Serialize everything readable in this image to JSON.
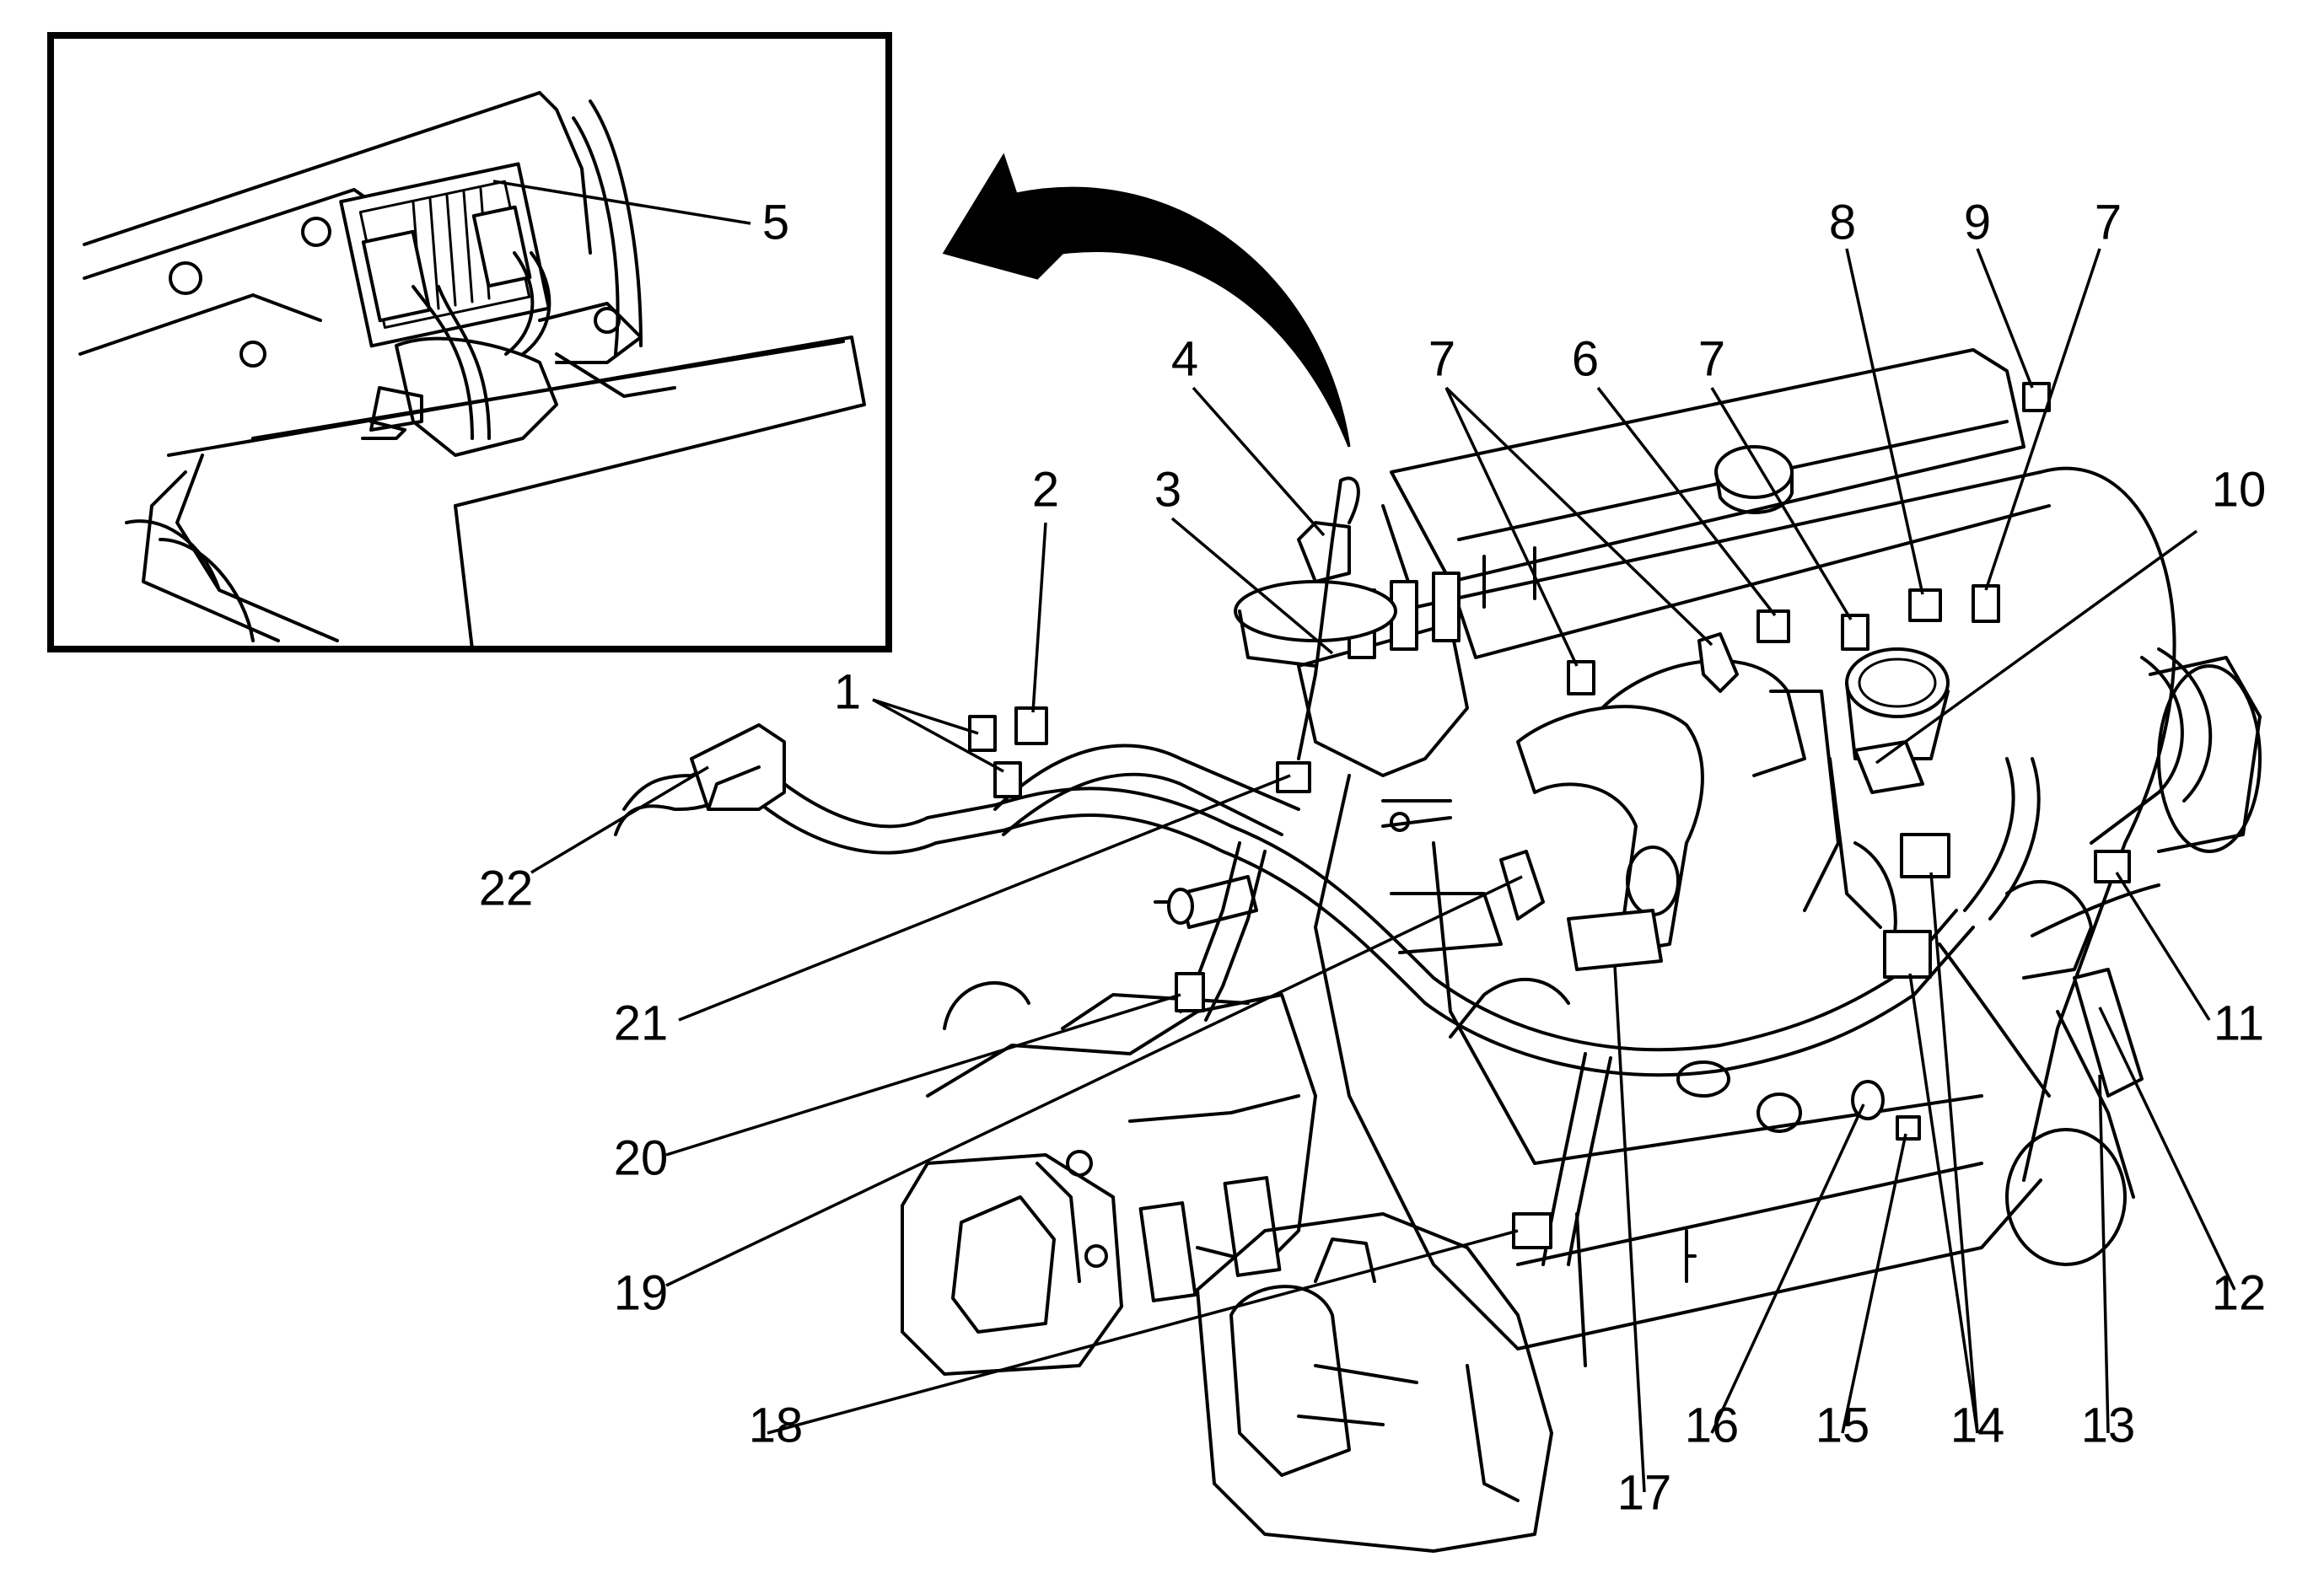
{
  "callouts": [
    {
      "id": "1",
      "label": "1"
    },
    {
      "id": "2",
      "label": "2"
    },
    {
      "id": "3",
      "label": "3"
    },
    {
      "id": "4",
      "label": "4"
    },
    {
      "id": "5",
      "label": "5"
    },
    {
      "id": "6",
      "label": "6"
    },
    {
      "id": "7a",
      "label": "7"
    },
    {
      "id": "7b",
      "label": "7"
    },
    {
      "id": "7c",
      "label": "7"
    },
    {
      "id": "8",
      "label": "8"
    },
    {
      "id": "9",
      "label": "9"
    },
    {
      "id": "10",
      "label": "10"
    },
    {
      "id": "11",
      "label": "11"
    },
    {
      "id": "12",
      "label": "12"
    },
    {
      "id": "13",
      "label": "13"
    },
    {
      "id": "14",
      "label": "14"
    },
    {
      "id": "15",
      "label": "15"
    },
    {
      "id": "16",
      "label": "16"
    },
    {
      "id": "17",
      "label": "17"
    },
    {
      "id": "18",
      "label": "18"
    },
    {
      "id": "19",
      "label": "19"
    },
    {
      "id": "20",
      "label": "20"
    },
    {
      "id": "21",
      "label": "21"
    },
    {
      "id": "22",
      "label": "22"
    }
  ],
  "colors": {
    "line": "#000000",
    "background": "#ffffff"
  }
}
